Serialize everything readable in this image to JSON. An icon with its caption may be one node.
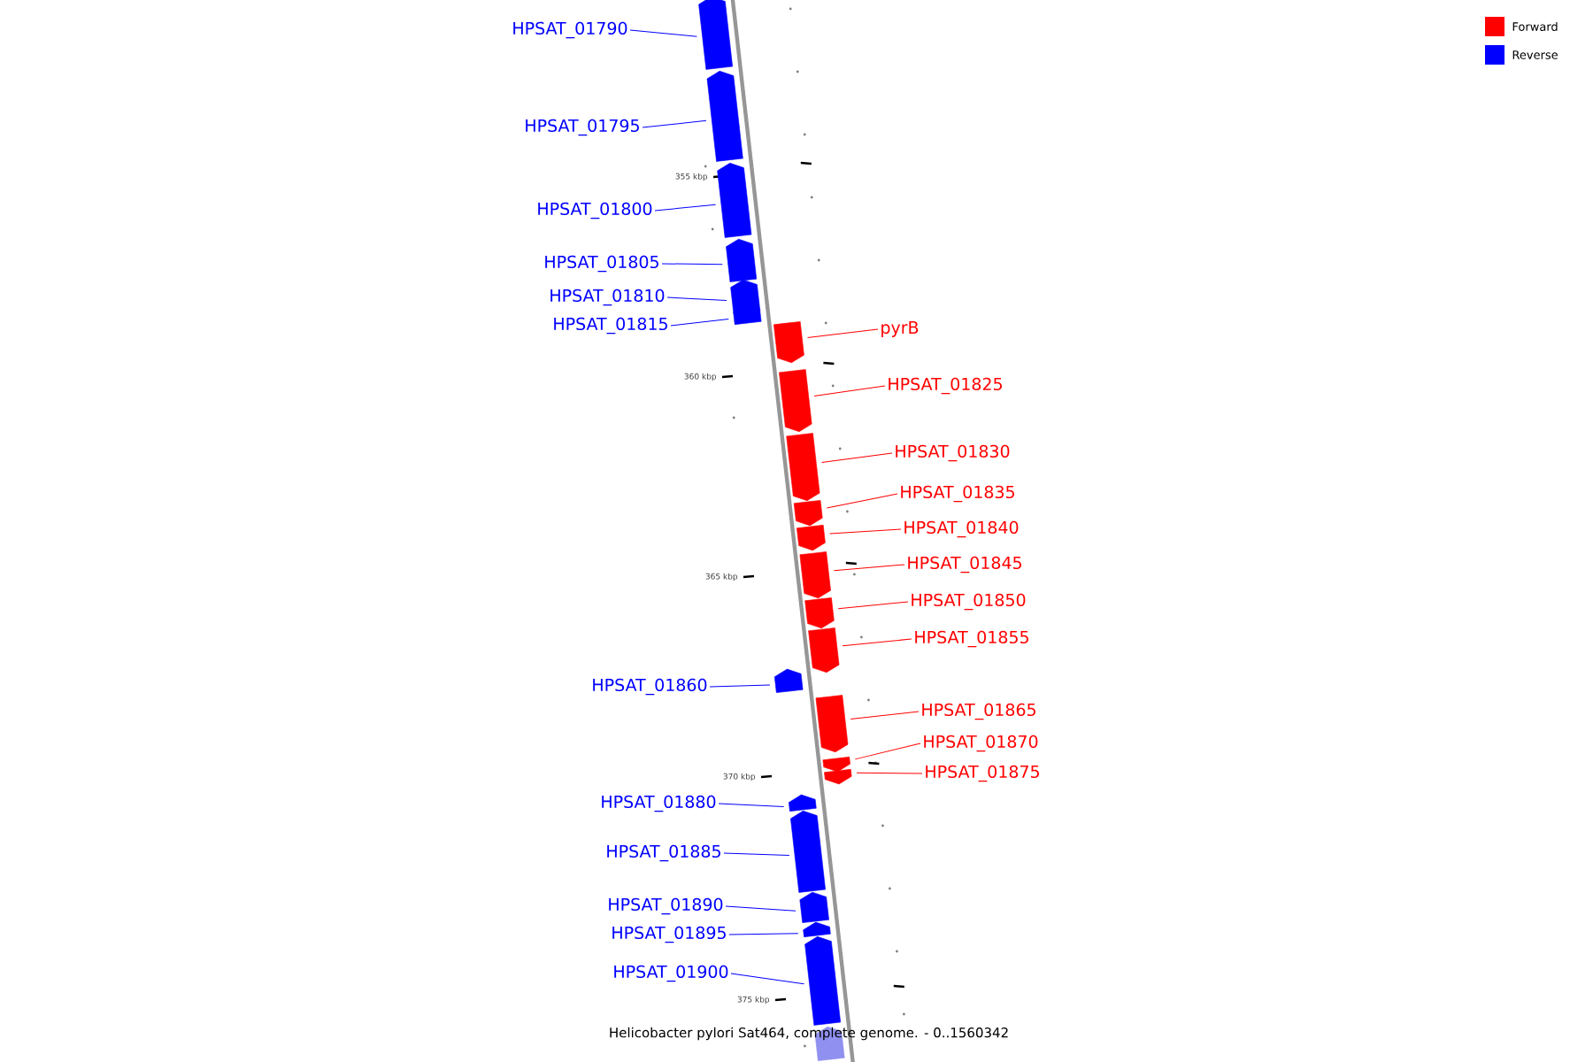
{
  "diagram": {
    "caption": "Helicobacter pylori Sat464, complete genome. - 0..1560342",
    "nodes": [
      {
        "text": [
          "HPSAT_01790"
        ]
      },
      {
        "text": [],
        "shape": "bar"
      },
      {
        "text": [
          "HPSAT_01795"
        ]
      },
      {
        "text": [],
        "shape": "bar"
      },
      {
        "text": [
          "HPSAT_01800"
        ]
      },
      {
        "text": [],
        "shape": "bar"
      },
      {
        "text": [
          "HPSAT_01805"
        ]
      },
      {
        "text": [],
        "shape": "bar"
      },
      {
        "text": [
          "HPSAT_01810"
        ]
      },
      {
        "text": [],
        "shape": "bar"
      },
      {
        "text": [
          "HPSAT_01815"
        ]
      },
      {
        "text": [],
        "shape": "bar"
      },
      {
        "text": [
          "pyrB"
        ]
      },
      {
        "text": [],
        "shape": "bar"
      },
      {
        "text": [
          "HPSAT_01825"
        ]
      },
      {
        "text": [],
        "shape": "bar"
      },
      {
        "text": [
          "HPSAT_01830"
        ]
      },
      {
        "text": [],
        "shape": "bar"
      },
      {
        "text": [
          "HPSAT_01835"
        ]
      },
      {
        "text": [],
        "shape": "bar"
      },
      {
        "text": [
          "HPSAT_01840"
        ]
      },
      {
        "text": [],
        "shape": "bar"
      },
      {
        "text": [
          "HPSAT_01845"
        ]
      },
      {
        "text": [],
        "shape": "bar"
      },
      {
        "text": [
          "HPSAT_01850"
        ]
      },
      {
        "text": [],
        "shape": "bar"
      },
      {
        "text": [
          "HPSAT_01855"
        ]
      },
      {
        "text": [],
        "shape": "bar"
      },
      {
        "text": [
          "HPSAT_01860"
        ]
      },
      {
        "text": [],
        "shape": "bar"
      },
      {
        "text": [
          "HPSAT_01865"
        ]
      },
      {
        "text": [],
        "shape": "bar"
      },
      {
        "text": [
          "HPSAT_01870"
        ]
      },
      {
        "text": [],
        "shape": "bar"
      },
      {
        "text": [
          "HPSAT_01875"
        ]
      },
      {
        "text": [],
        "shape": "bar"
      },
      {
        "text": [
          "HPSAT_01880"
        ]
      },
      {
        "text": [],
        "shape": "bar"
      },
      {
        "text": [
          "HPSAT_01885"
        ]
      },
      {
        "text": [],
        "shape": "bar"
      },
      {
        "text": [
          "HPSAT_01890"
        ]
      },
      {
        "text": [],
        "shape": "bar"
      },
      {
        "text": [
          "HPSAT_01895"
        ]
      },
      {
        "text": [],
        "shape": "bar"
      },
      {
        "text": [
          "HPSAT_01900"
        ]
      },
      {
        "text": [],
        "shape": "bar"
      },
      {
        "text": [],
        "shape": "bar"
      }
    ],
    "edges": [
      {
        "from": 0,
        "to": 1,
        "arrow": "none",
        "color": "#0000ff"
      },
      {
        "from": 2,
        "to": 3,
        "arrow": "none",
        "color": "#0000ff"
      },
      {
        "from": 4,
        "to": 5,
        "arrow": "none",
        "color": "#0000ff"
      },
      {
        "from": 6,
        "to": 7,
        "arrow": "none",
        "color": "#0000ff"
      },
      {
        "from": 8,
        "to": 9,
        "arrow": "none",
        "color": "#0000ff"
      },
      {
        "from": 10,
        "to": 11,
        "arrow": "none",
        "color": "#0000ff"
      },
      {
        "from": 12,
        "to": 13,
        "arrow": "none",
        "color": "#ff0000"
      },
      {
        "from": 14,
        "to": 15,
        "arrow": "none",
        "color": "#ff0000"
      },
      {
        "from": 16,
        "to": 17,
        "arrow": "none",
        "color": "#ff0000"
      },
      {
        "from": 18,
        "to": 19,
        "arrow": "none",
        "color": "#ff0000"
      },
      {
        "from": 20,
        "to": 21,
        "arrow": "none",
        "color": "#ff0000"
      },
      {
        "from": 22,
        "to": 23,
        "arrow": "none",
        "color": "#ff0000"
      },
      {
        "from": 24,
        "to": 25,
        "arrow": "none",
        "color": "#ff0000"
      },
      {
        "from": 26,
        "to": 27,
        "arrow": "none",
        "color": "#ff0000"
      },
      {
        "from": 28,
        "to": 29,
        "arrow": "none",
        "color": "#0000ff"
      },
      {
        "from": 30,
        "to": 31,
        "arrow": "none",
        "color": "#ff0000"
      },
      {
        "from": 32,
        "to": 33,
        "arrow": "none",
        "color": "#ff0000"
      },
      {
        "from": 34,
        "to": 35,
        "arrow": "none",
        "color": "#ff0000"
      },
      {
        "from": 36,
        "to": 37,
        "arrow": "none",
        "color": "#0000ff"
      },
      {
        "from": 38,
        "to": 39,
        "arrow": "none",
        "color": "#0000ff"
      },
      {
        "from": 40,
        "to": 41,
        "arrow": "none",
        "color": "#0000ff"
      },
      {
        "from": 42,
        "to": 43,
        "arrow": "none",
        "color": "#0000ff"
      },
      {
        "from": 44,
        "to": 45,
        "arrow": "none",
        "color": "#0000ff"
      }
    ],
    "labels": [
      "355 kbp",
      "360 kbp",
      "365 kbp",
      "370 kbp",
      "375 kbp"
    ],
    "legend": [
      {
        "text": "Forward",
        "color": "#ff0000"
      },
      {
        "text": "Reverse",
        "color": "#0000ff"
      }
    ]
  }
}
